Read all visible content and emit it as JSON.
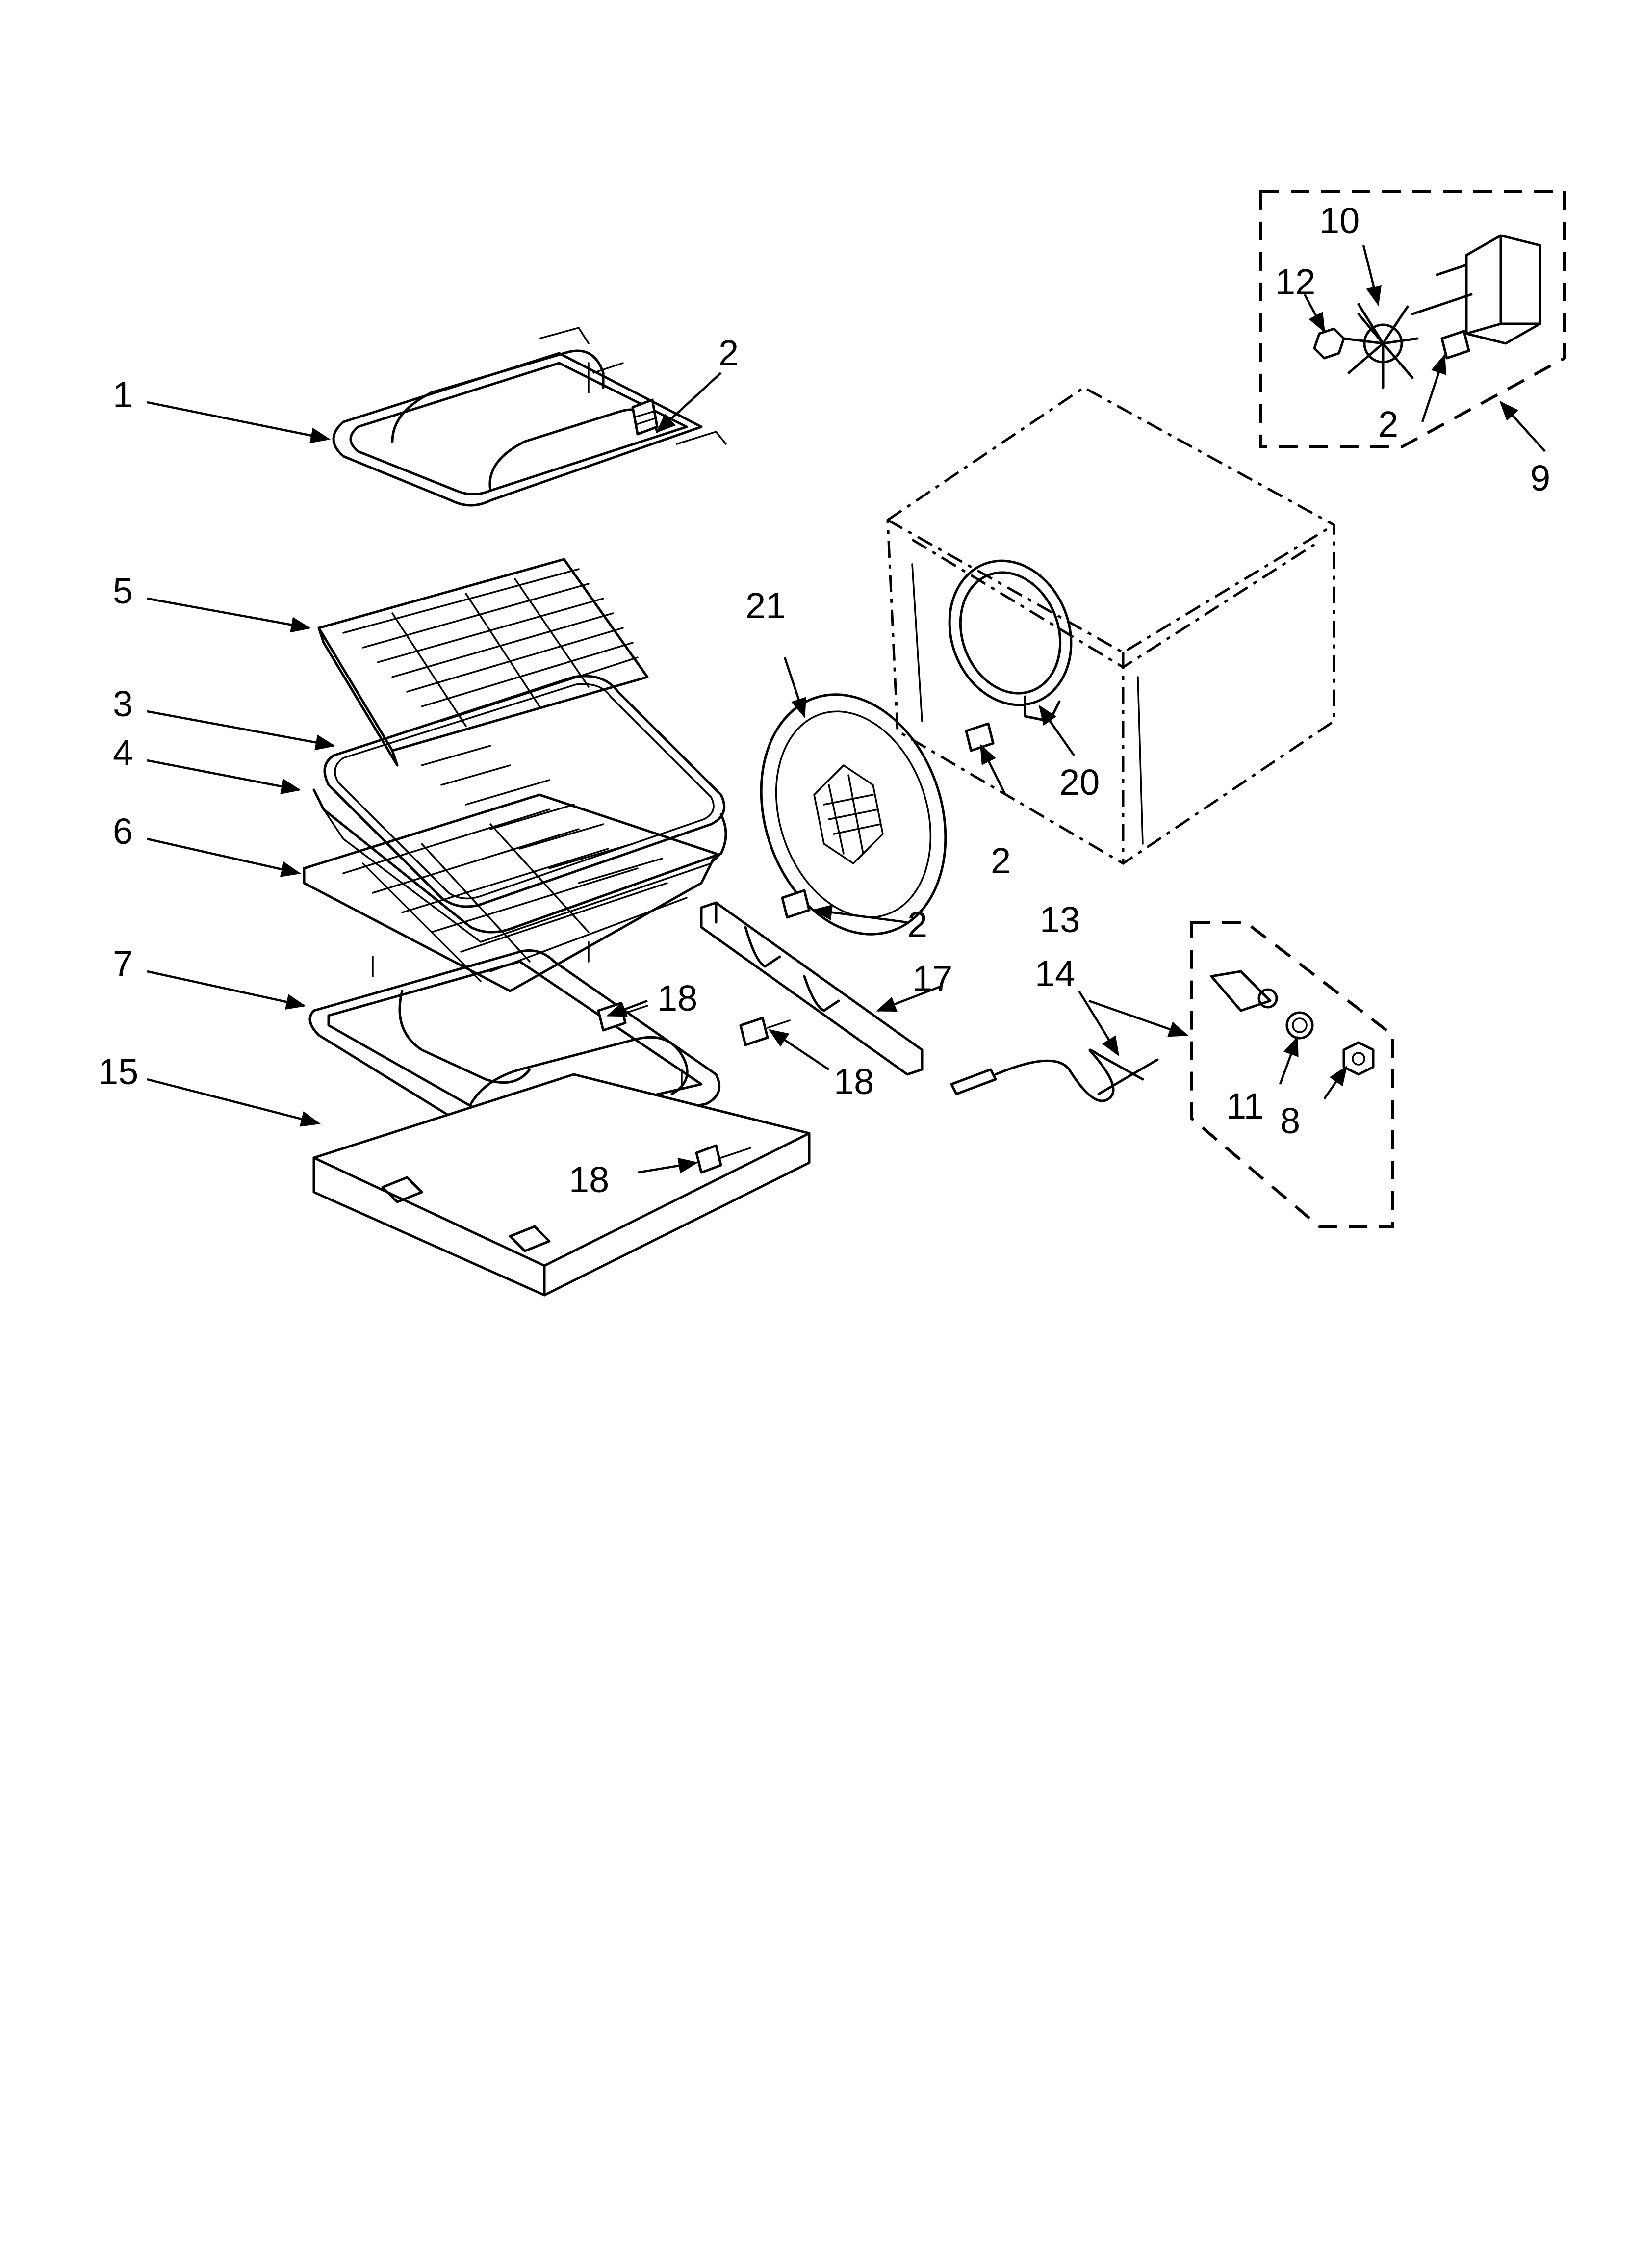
{
  "diagram": {
    "callouts": [
      {
        "id": "1",
        "text": "1"
      },
      {
        "id": "2a",
        "text": "2"
      },
      {
        "id": "2b",
        "text": "2"
      },
      {
        "id": "2c",
        "text": "2"
      },
      {
        "id": "2d",
        "text": "2"
      },
      {
        "id": "3",
        "text": "3"
      },
      {
        "id": "4",
        "text": "4"
      },
      {
        "id": "5",
        "text": "5"
      },
      {
        "id": "6",
        "text": "6"
      },
      {
        "id": "7",
        "text": "7"
      },
      {
        "id": "8",
        "text": "8"
      },
      {
        "id": "9",
        "text": "9"
      },
      {
        "id": "10",
        "text": "10"
      },
      {
        "id": "11",
        "text": "11"
      },
      {
        "id": "12",
        "text": "12"
      },
      {
        "id": "13",
        "text": "13"
      },
      {
        "id": "14",
        "text": "14"
      },
      {
        "id": "15",
        "text": "15"
      },
      {
        "id": "17",
        "text": "17"
      },
      {
        "id": "18a",
        "text": "18"
      },
      {
        "id": "18b",
        "text": "18"
      },
      {
        "id": "18c",
        "text": "18"
      },
      {
        "id": "20",
        "text": "20"
      },
      {
        "id": "21",
        "text": "21"
      }
    ]
  }
}
